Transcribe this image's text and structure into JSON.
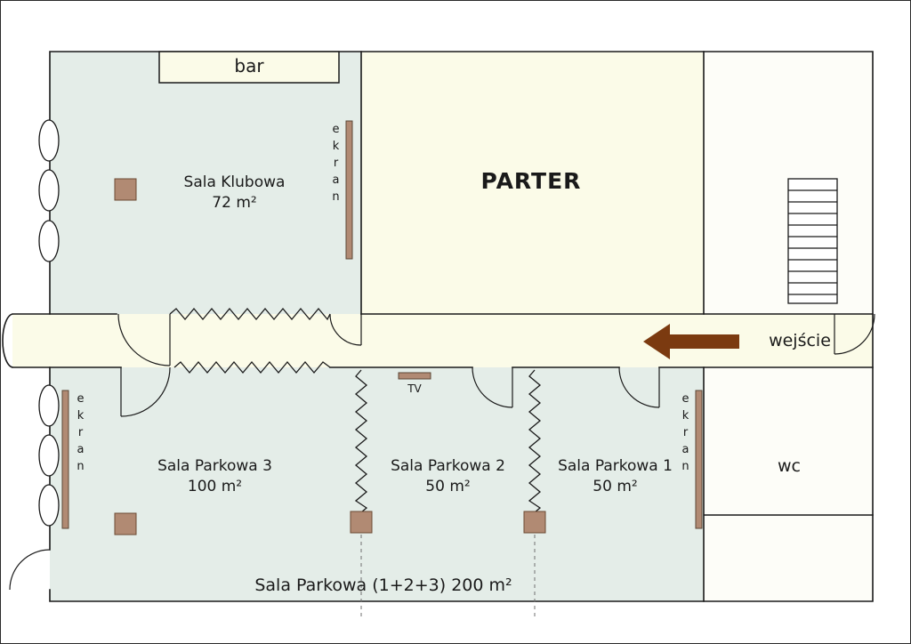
{
  "palette": {
    "room_green": "#e4ede8",
    "floor_cream": "#fbfbe8",
    "room_white": "#fdfdf8",
    "wood_tan": "#b18a73",
    "arrow_brown": "#7b3a10"
  },
  "rooms": {
    "bar": {
      "label": "bar"
    },
    "klubowa": {
      "name": "Sala Klubowa",
      "area": "72 m²"
    },
    "parter": {
      "label": "PARTER"
    },
    "parkowa3": {
      "name": "Sala Parkowa 3",
      "area": "100 m²"
    },
    "parkowa2": {
      "name": "Sala Parkowa 2",
      "area": "50 m²"
    },
    "parkowa1": {
      "name": "Sala Parkowa 1",
      "area": "50 m²"
    },
    "parkowa_combined": {
      "label": "Sala Parkowa (1+2+3) 200 m²"
    },
    "wc": {
      "label": "wc"
    }
  },
  "annotations": {
    "entrance": "wejście",
    "screen": "ekran",
    "tv": "TV"
  }
}
